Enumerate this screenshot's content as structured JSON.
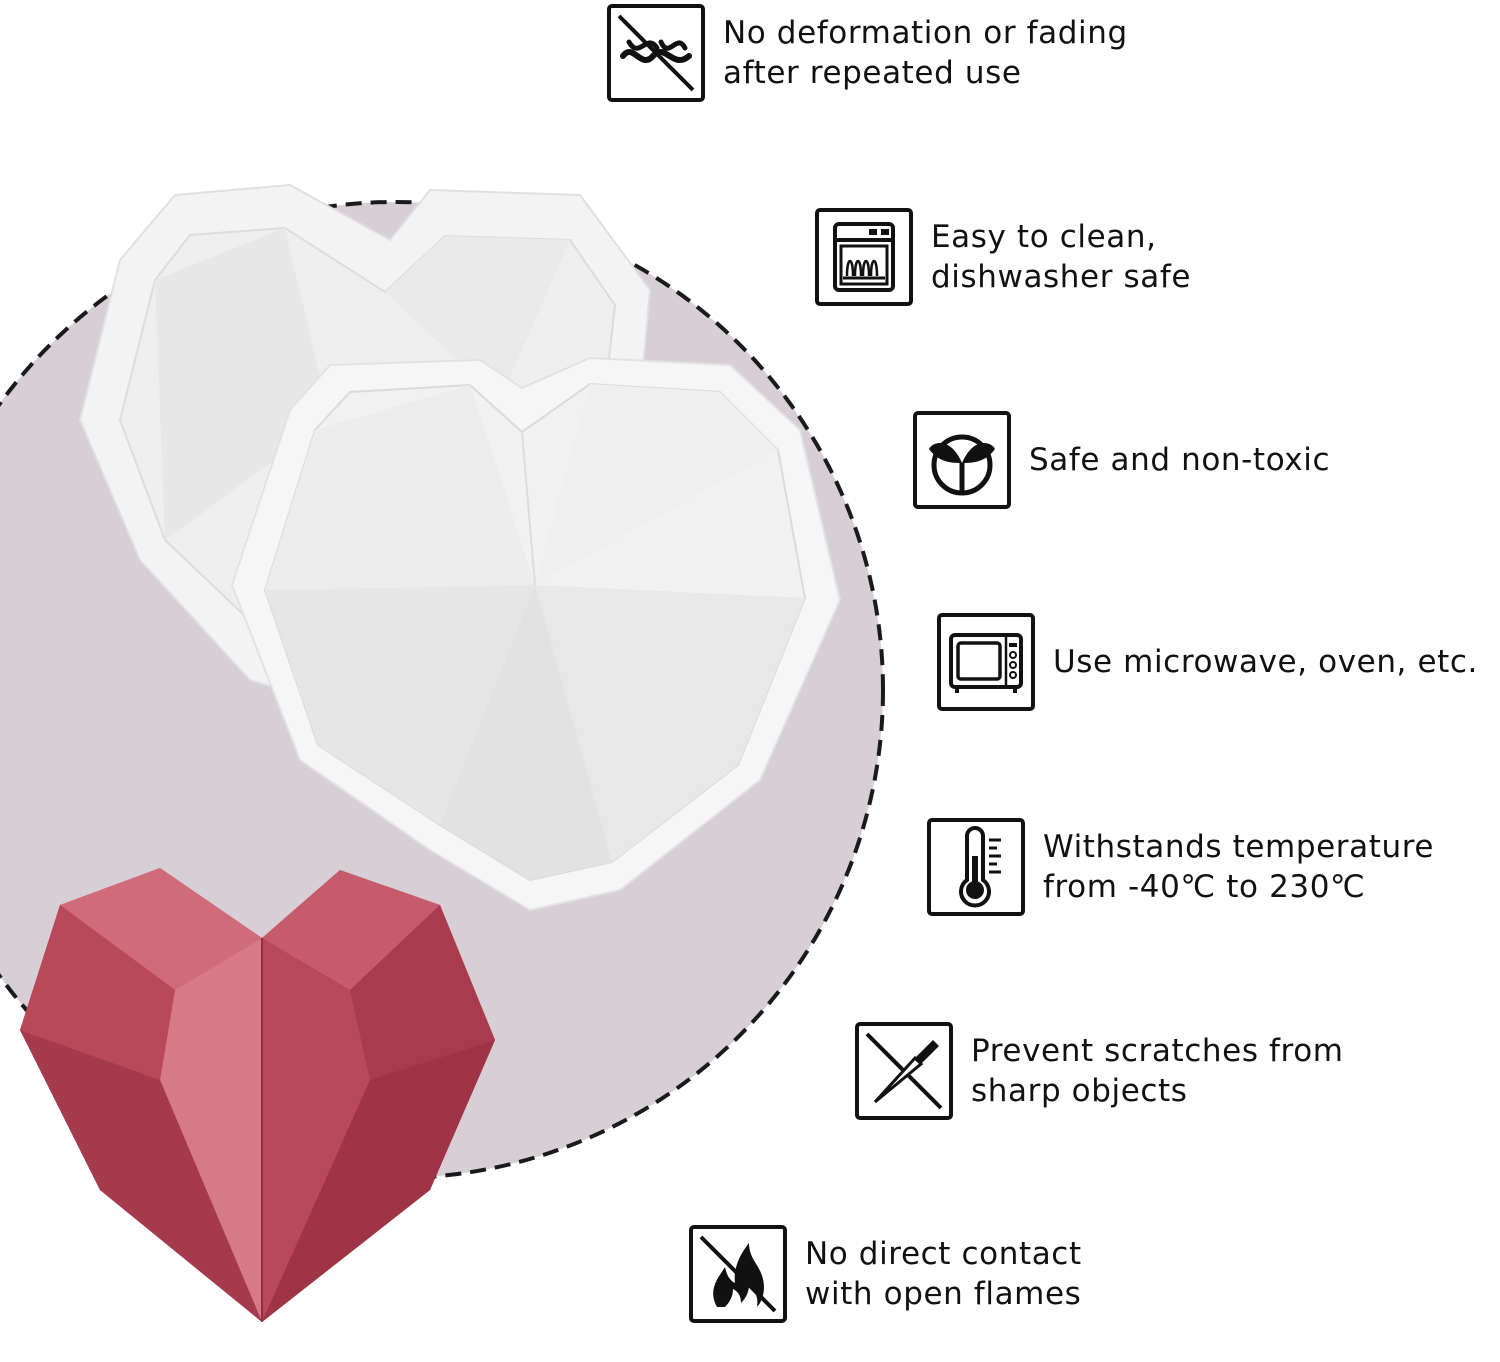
{
  "colors": {
    "background": "#ffffff",
    "circle_fill": "#d8cfd6",
    "circle_border": "#1a1a1a",
    "mold_white": "#f3f3f3",
    "heart_red": "#c24a5c",
    "icon_stroke": "#111111",
    "text": "#111111"
  },
  "product_images": [
    {
      "name": "diamond-heart-silicone-mold",
      "count": 2
    },
    {
      "name": "diamond-heart-chocolate",
      "count": 1
    }
  ],
  "features": [
    {
      "icon": "no-deformation-icon",
      "lines": [
        "No deformation or fading",
        "after repeated use"
      ]
    },
    {
      "icon": "dishwasher-icon",
      "lines": [
        "Easy to clean,",
        "dishwasher safe"
      ]
    },
    {
      "icon": "eco-leaf-icon",
      "lines": [
        "Safe and non-toxic"
      ]
    },
    {
      "icon": "microwave-icon",
      "lines": [
        "Use microwave, oven, etc."
      ]
    },
    {
      "icon": "thermometer-icon",
      "lines": [
        "Withstands temperature",
        "from -40℃ to 230℃"
      ]
    },
    {
      "icon": "no-knife-icon",
      "lines": [
        "Prevent scratches from",
        "sharp objects"
      ]
    },
    {
      "icon": "no-flame-icon",
      "lines": [
        "No direct contact",
        "with open flames"
      ]
    }
  ]
}
